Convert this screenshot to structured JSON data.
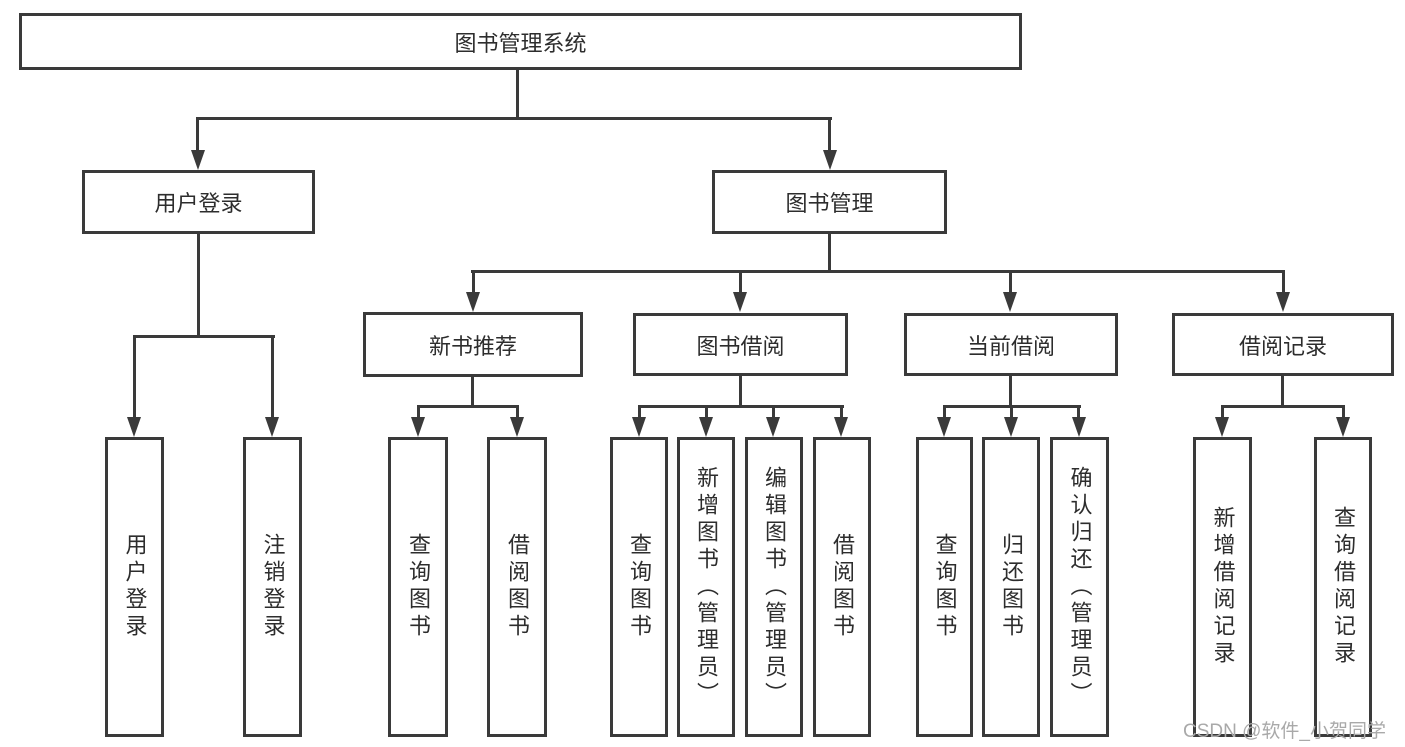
{
  "diagram": {
    "nodes": {
      "root": "图书管理系统",
      "user_login": "用户登录",
      "book_mgmt": "图书管理",
      "new_book_rec": "新书推荐",
      "book_borrow": "图书借阅",
      "current_borrow": "当前借阅",
      "borrow_records": "借阅记录",
      "ul_login": "用户登录",
      "ul_logout": "注销登录",
      "nb_query": "查询图书",
      "nb_borrow": "借阅图书",
      "bb_query": "查询图书",
      "bb_add": "新增图书（管理员）",
      "bb_edit": "编辑图书（管理员）",
      "bb_borrow": "借阅图书",
      "cb_query": "查询图书",
      "cb_return": "归还图书",
      "cb_confirm": "确认归还（管理员）",
      "br_add": "新增借阅记录",
      "br_query": "查询借阅记录"
    },
    "watermark": "CSDN @软件_小贺同学",
    "colors": {
      "line": "#3a3a3a",
      "text": "#2d2d2d",
      "background": "#ffffff",
      "watermark": "#a9a9a9"
    }
  }
}
